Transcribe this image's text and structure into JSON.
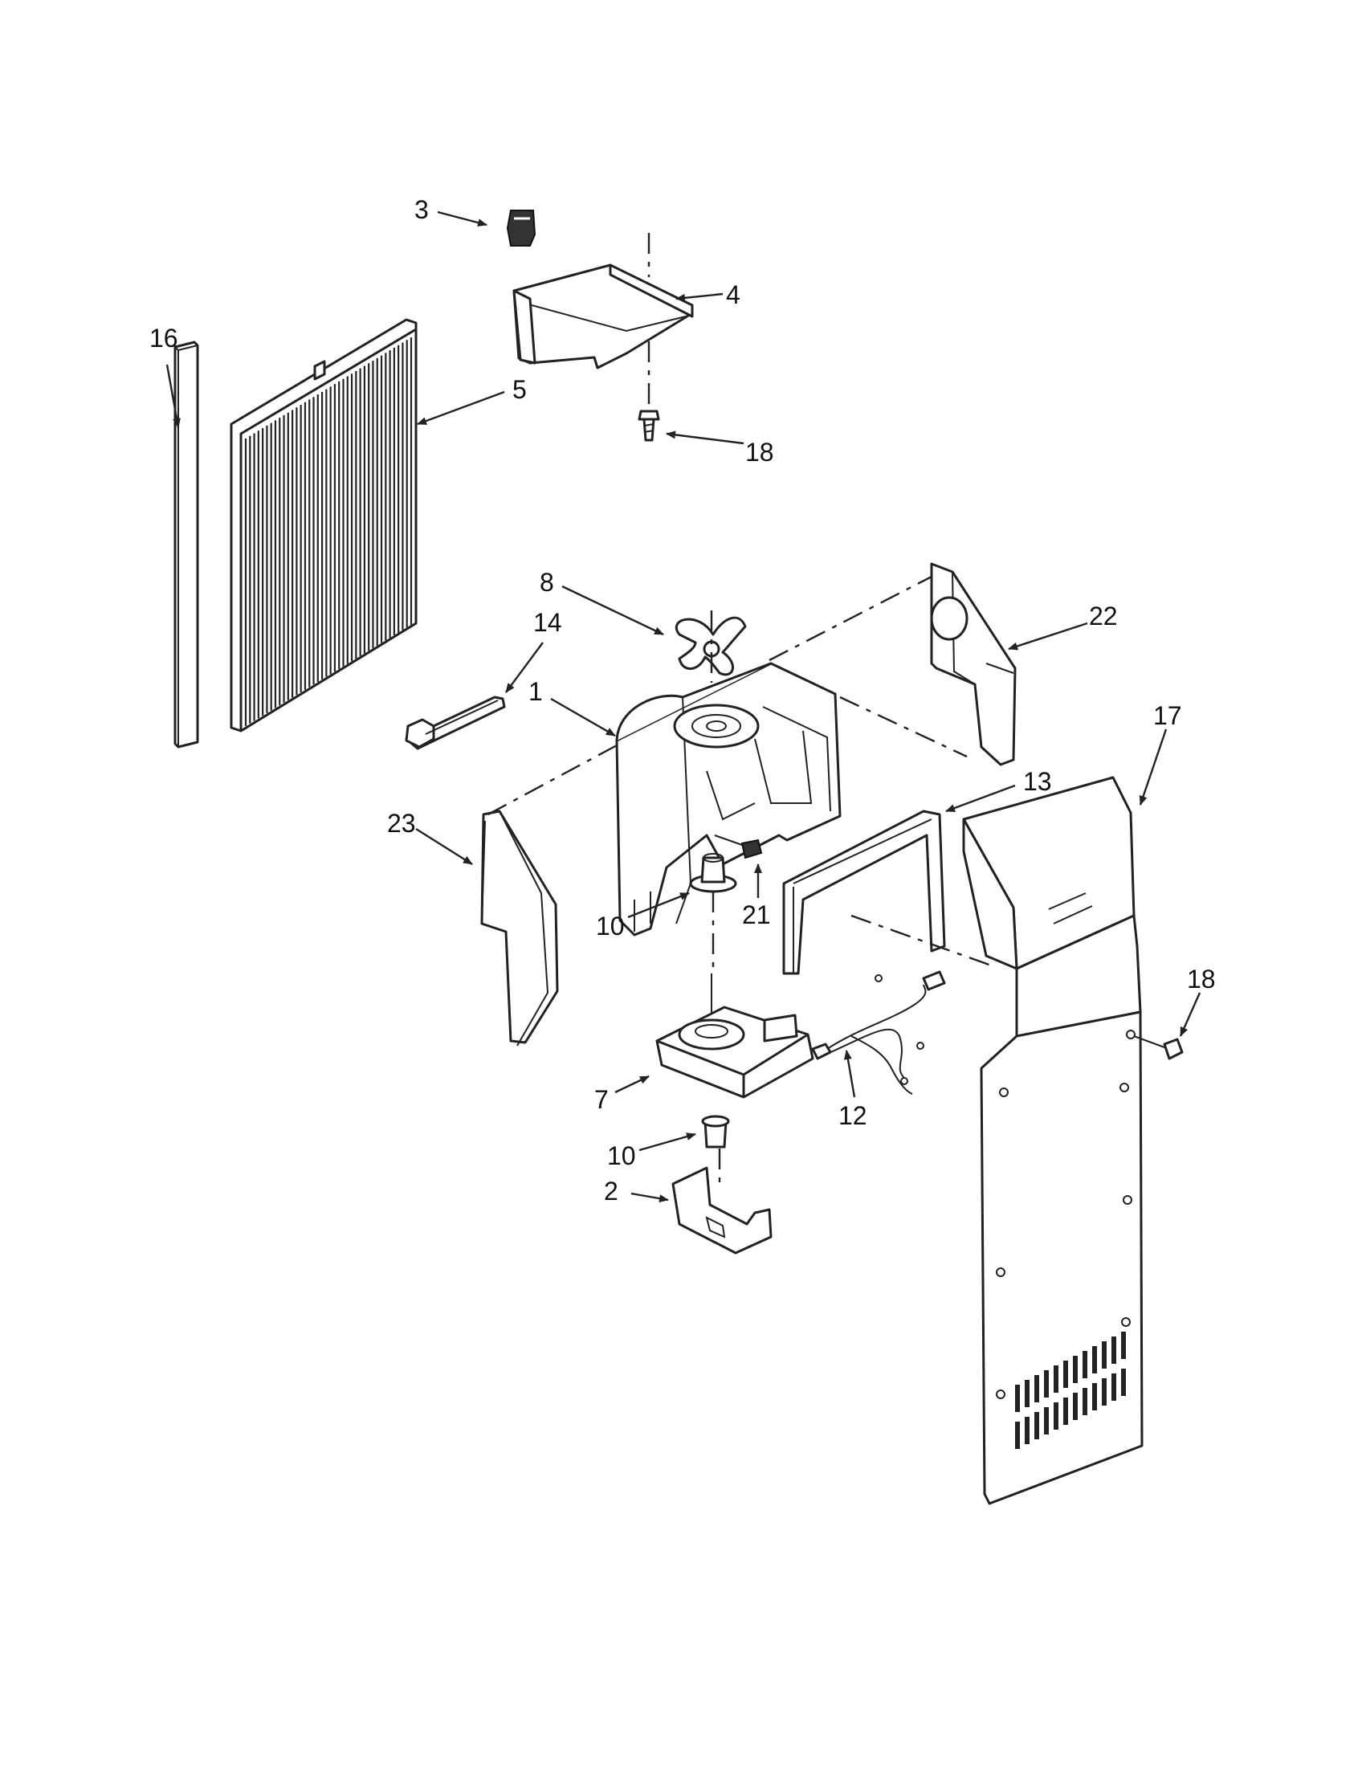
{
  "callouts": [
    {
      "id": "c3a",
      "text": "3"
    },
    {
      "id": "c4",
      "text": "4"
    },
    {
      "id": "c16",
      "text": "16"
    },
    {
      "id": "c5",
      "text": "5"
    },
    {
      "id": "c18a",
      "text": "18"
    },
    {
      "id": "c8",
      "text": "8"
    },
    {
      "id": "c14",
      "text": "14"
    },
    {
      "id": "c22",
      "text": "22"
    },
    {
      "id": "c1",
      "text": "1"
    },
    {
      "id": "c17",
      "text": "17"
    },
    {
      "id": "c13",
      "text": "13"
    },
    {
      "id": "c23",
      "text": "23"
    },
    {
      "id": "c10a",
      "text": "10"
    },
    {
      "id": "c21",
      "text": "21"
    },
    {
      "id": "c18b",
      "text": "18"
    },
    {
      "id": "c7",
      "text": "7"
    },
    {
      "id": "c12",
      "text": "12"
    },
    {
      "id": "c10b",
      "text": "10"
    },
    {
      "id": "c2",
      "text": "2"
    }
  ]
}
